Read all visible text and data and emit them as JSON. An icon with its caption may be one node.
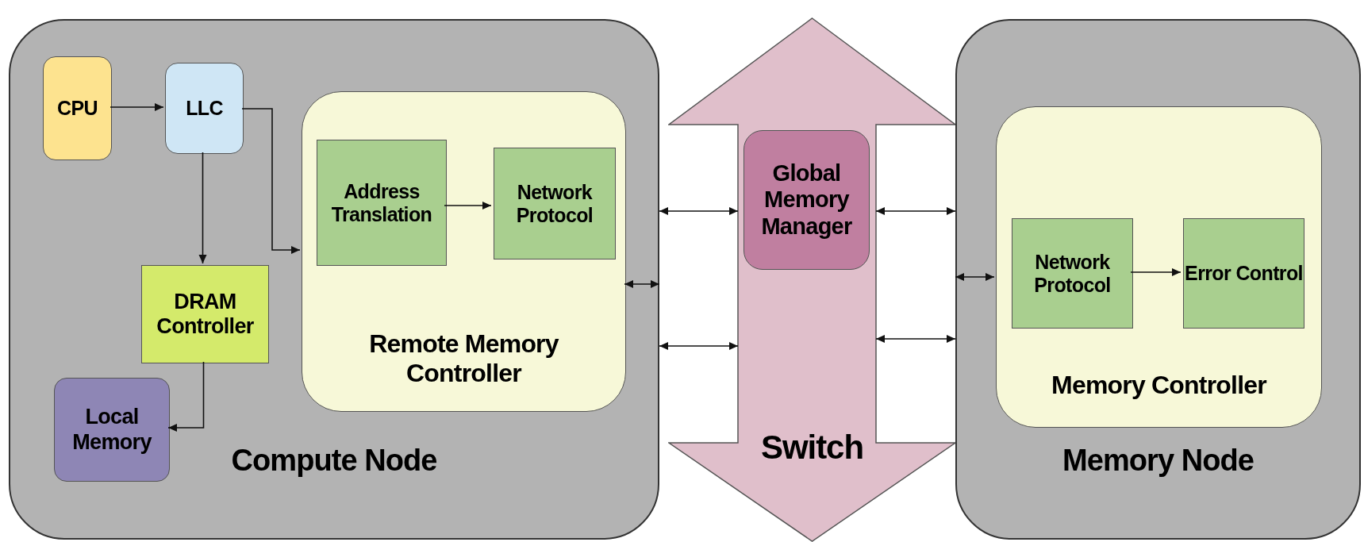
{
  "diagram": {
    "nodes": [
      {
        "text": [
          "Compute Node"
        ]
      },
      {
        "text": [
          "CPU"
        ],
        "in": 0
      },
      {
        "text": [
          "LLC"
        ],
        "in": 0
      },
      {
        "text": [
          "DRAM Controller"
        ],
        "in": 0
      },
      {
        "text": [
          "Local Memory"
        ],
        "in": 0
      },
      {
        "text": [
          "Remote Memory Controller"
        ],
        "in": 0
      },
      {
        "text": [
          "Address Translation"
        ],
        "in": 5
      },
      {
        "text": [
          "Network Protocol"
        ],
        "in": 5
      },
      {
        "text": [
          "Switch"
        ]
      },
      {
        "text": [
          "Global Memory Manager"
        ],
        "in": 8
      },
      {
        "text": [
          "Memory Node"
        ]
      },
      {
        "text": [
          "Memory Controller"
        ],
        "in": 10
      },
      {
        "text": [
          "Network Protocol"
        ],
        "in": 11
      },
      {
        "text": [
          "Error Control"
        ],
        "in": 11
      }
    ],
    "edges": [
      {
        "from": 1,
        "to": 2,
        "arrow": "to"
      },
      {
        "from": 2,
        "to": 3,
        "arrow": "to"
      },
      {
        "from": 2,
        "to": 5,
        "arrow": "to"
      },
      {
        "from": 3,
        "to": 4,
        "arrow": "to"
      },
      {
        "from": 6,
        "to": 7,
        "arrow": "to"
      },
      {
        "from": 5,
        "to": 0,
        "arrow": "both"
      },
      {
        "from": 0,
        "to": 8,
        "arrow": "both"
      },
      {
        "from": 0,
        "to": 8,
        "arrow": "both"
      },
      {
        "from": 8,
        "to": 10,
        "arrow": "both"
      },
      {
        "from": 8,
        "to": 10,
        "arrow": "both"
      },
      {
        "from": 10,
        "to": 11,
        "arrow": "both"
      },
      {
        "from": 12,
        "to": 13,
        "arrow": "to"
      }
    ]
  }
}
